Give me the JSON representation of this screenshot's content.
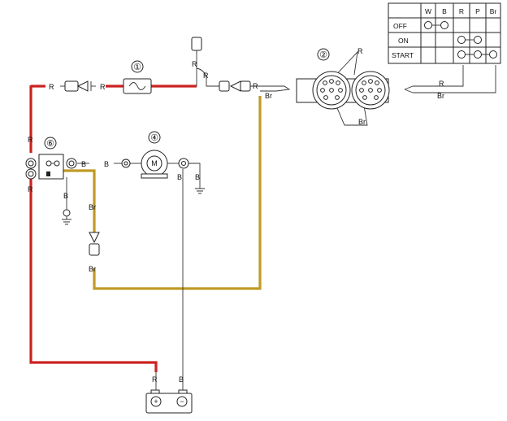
{
  "components": {
    "fuse": "①",
    "connector": "②",
    "starter_motor": "④",
    "relay": "⑥",
    "motor_symbol": "M"
  },
  "wire_labels": {
    "red": "R",
    "brown": "Br",
    "black": "B"
  },
  "battery": {
    "plus": "+",
    "minus": "−"
  },
  "switch_table": {
    "headers": [
      "W",
      "B",
      "R",
      "P",
      "Br"
    ],
    "rows": [
      "OFF",
      "ON",
      "START"
    ]
  }
}
